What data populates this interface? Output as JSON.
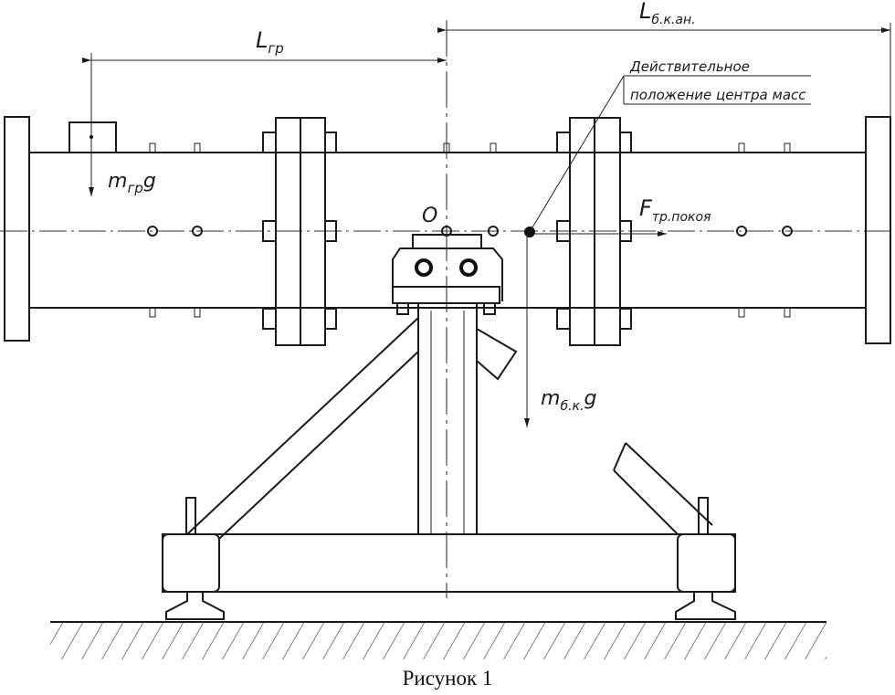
{
  "labels": {
    "l_gr_main": "L",
    "l_gr_sub": "гр",
    "l_bk_main": "L",
    "l_bk_sub": "б.к.ан.",
    "note_line1": "Действительное",
    "note_line2": "положение центра масс",
    "mgr_main": "m",
    "mgr_sub": "гр",
    "mgr_g": "g",
    "origin": "O",
    "f_main": "F",
    "f_sub": "тр.покоя",
    "mbk_main": "m",
    "mbk_sub": "б.к.",
    "mbk_g": "g"
  },
  "caption": "Рисунок 1"
}
